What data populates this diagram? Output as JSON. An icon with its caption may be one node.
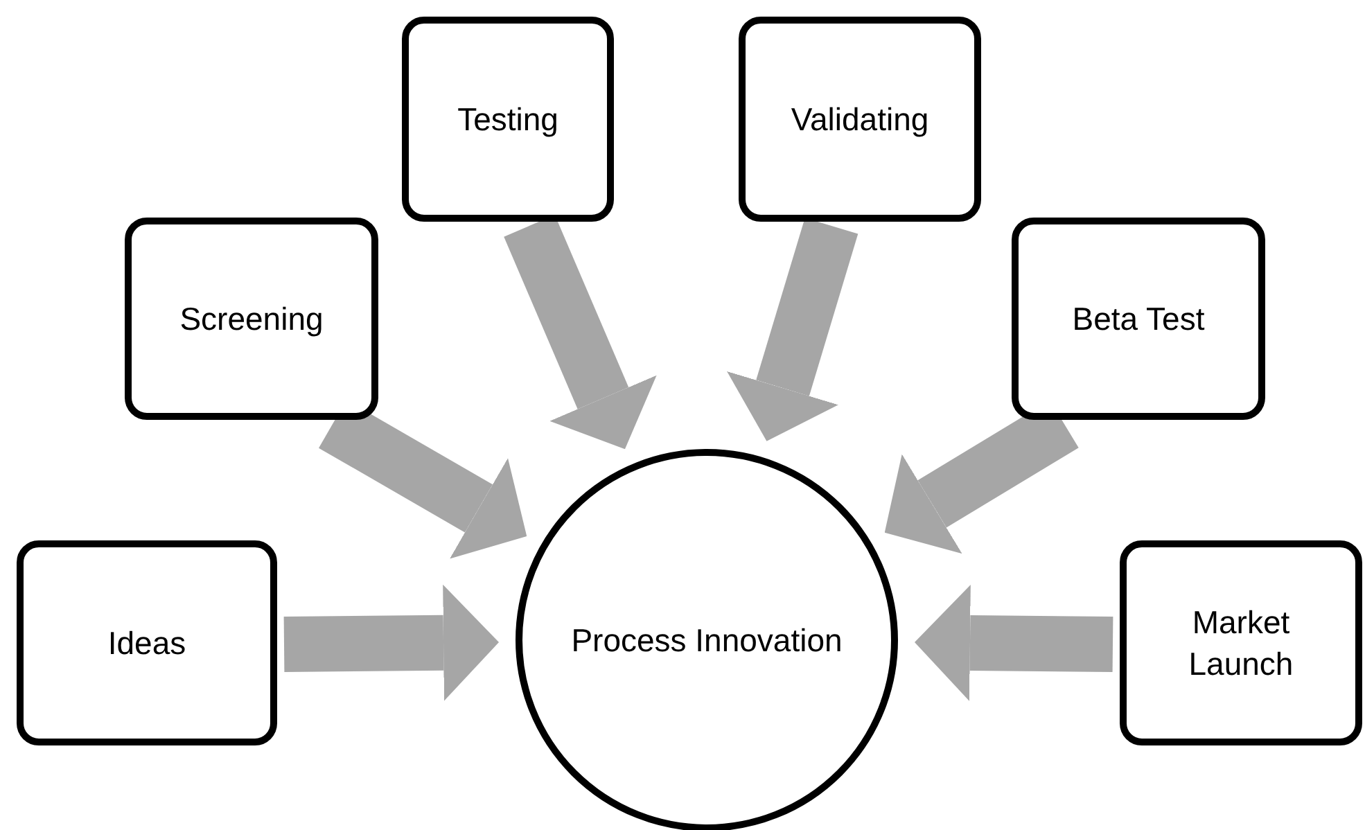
{
  "diagram": {
    "nodes": [
      {
        "text": [
          "Process Innovation"
        ]
      },
      {
        "text": [
          "Ideas"
        ]
      },
      {
        "text": [
          "Screening"
        ]
      },
      {
        "text": [
          "Testing"
        ]
      },
      {
        "text": [
          "Validating"
        ]
      },
      {
        "text": [
          "Beta Test"
        ]
      },
      {
        "text": [
          "Market Launch"
        ]
      }
    ],
    "edges": [
      {
        "from": 1,
        "to": 0,
        "arrow": "to"
      },
      {
        "from": 2,
        "to": 0,
        "arrow": "to"
      },
      {
        "from": 3,
        "to": 0,
        "arrow": "to"
      },
      {
        "from": 4,
        "to": 0,
        "arrow": "to"
      },
      {
        "from": 5,
        "to": 0,
        "arrow": "to"
      },
      {
        "from": 6,
        "to": 0,
        "arrow": "to"
      }
    ]
  }
}
